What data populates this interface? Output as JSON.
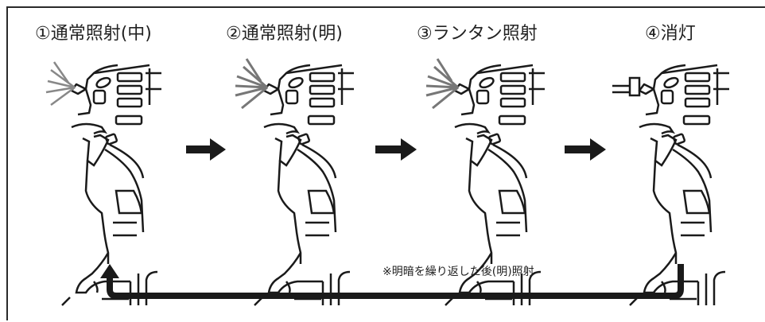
{
  "steps": [
    {
      "label": "①通常照射(中)"
    },
    {
      "label": "②通常照射(明)"
    },
    {
      "label": "③ランタン照射"
    },
    {
      "label": "④消灯"
    }
  ],
  "note": "※明暗を繰り返した後(明)照射"
}
